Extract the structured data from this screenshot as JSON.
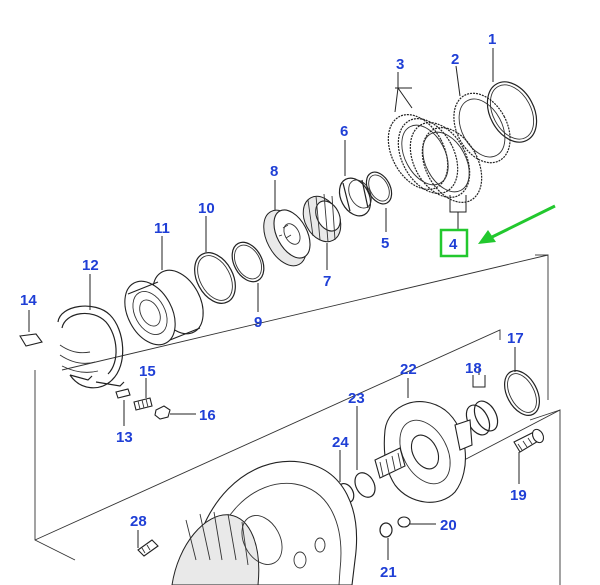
{
  "callouts": [
    "1",
    "2",
    "3",
    "4",
    "5",
    "6",
    "7",
    "8",
    "9",
    "10",
    "11",
    "12",
    "13",
    "14",
    "15",
    "16",
    "17",
    "18",
    "19",
    "20",
    "21",
    "22",
    "23",
    "24",
    "28"
  ],
  "highlighted_callout": "4",
  "colors": {
    "label": "#1f3fd6",
    "highlight": "#22c82e",
    "line": "#222222"
  }
}
